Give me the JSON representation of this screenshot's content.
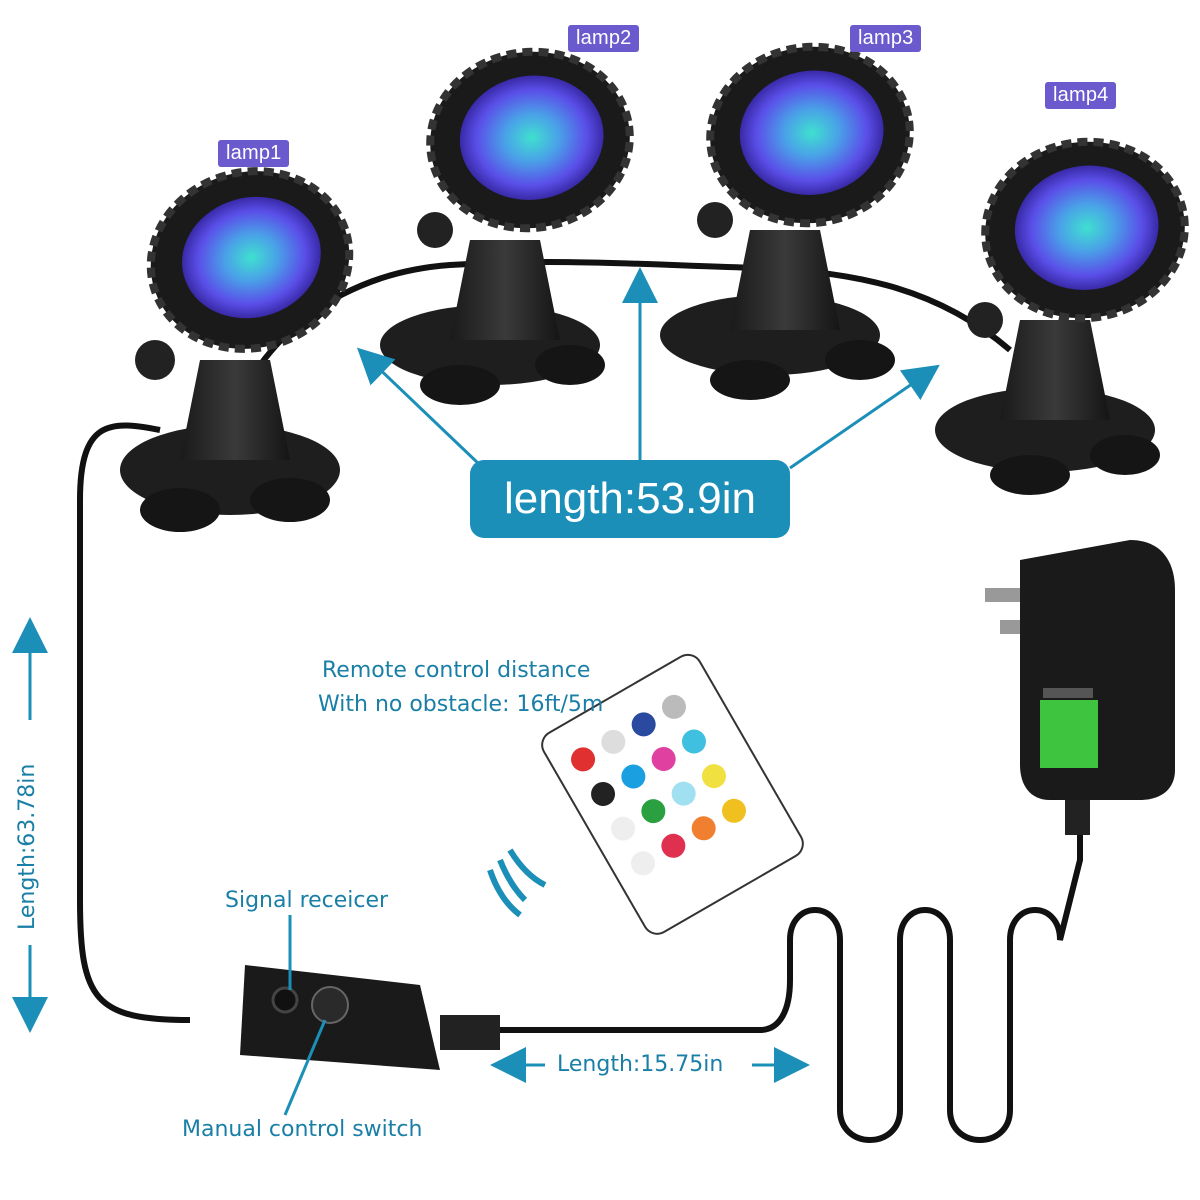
{
  "lamps": [
    {
      "label": "lamp1"
    },
    {
      "label": "lamp2"
    },
    {
      "label": "lamp3"
    },
    {
      "label": "lamp4"
    }
  ],
  "dimensions": {
    "lamp_cable": "length:53.9in",
    "main_cable": "Length:63.78in",
    "adapter_cable": "Length:15.75in"
  },
  "remote_note": {
    "line1": "Remote control distance",
    "line2": "With no obstacle: 16ft/5m"
  },
  "callouts": {
    "signal_receiver": "Signal receicer",
    "manual_switch": "Manual control switch"
  },
  "colors": {
    "accent": "#1b8fb8",
    "lamp_tag": "#6a5acd",
    "text_blue": "#1a7fa6"
  }
}
